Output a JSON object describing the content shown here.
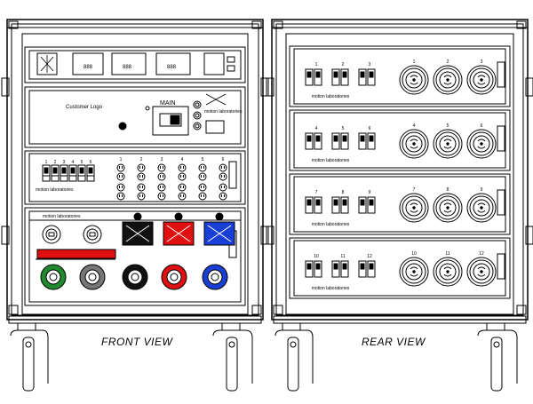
{
  "views": {
    "front": {
      "title": "FRONT VIEW",
      "meter_readings": [
        "888",
        "888",
        "888"
      ],
      "customer_logo_text": "Customer Logo",
      "main_label": "MAIN",
      "brand_text": "motion laboratories",
      "breaker_numbers": [
        "1",
        "2",
        "3",
        "4",
        "5",
        "6"
      ],
      "outlet_numbers": [
        "1",
        "2",
        "3",
        "4",
        "5",
        "6"
      ],
      "connector_colors": {
        "black": "#111111",
        "red": "#e01010",
        "blue": "#1a3fd6",
        "green": "#1e8c2e"
      }
    },
    "rear": {
      "title": "REAR VIEW",
      "rows": [
        {
          "breakers": [
            "1",
            "2",
            "3"
          ],
          "outlets": [
            "1",
            "2",
            "3"
          ]
        },
        {
          "breakers": [
            "4",
            "5",
            "6"
          ],
          "outlets": [
            "4",
            "5",
            "6"
          ]
        },
        {
          "breakers": [
            "7",
            "8",
            "9"
          ],
          "outlets": [
            "7",
            "8",
            "9"
          ]
        },
        {
          "breakers": [
            "10",
            "11",
            "12"
          ],
          "outlets": [
            "10",
            "11",
            "12"
          ]
        }
      ],
      "brand_text": "motion laboratories"
    }
  }
}
